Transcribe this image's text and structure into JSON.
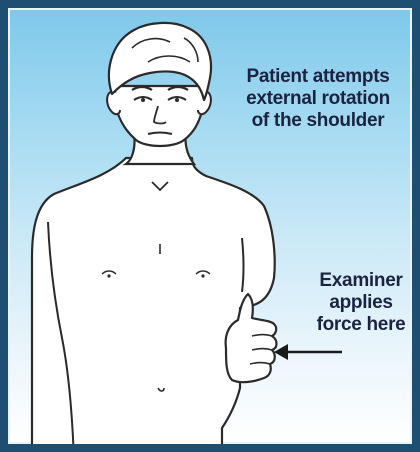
{
  "annotations": {
    "patient_lines": [
      "Patient attempts",
      "external rotation",
      "of the shoulder"
    ],
    "examiner_lines": [
      "Examiner",
      "applies",
      "force here"
    ]
  },
  "colors": {
    "border": "#1e4f72",
    "background_top": "#7ec8ea",
    "background_bottom": "#ffffff",
    "text": "#1c2340",
    "line_art": "#2a2a2a"
  }
}
